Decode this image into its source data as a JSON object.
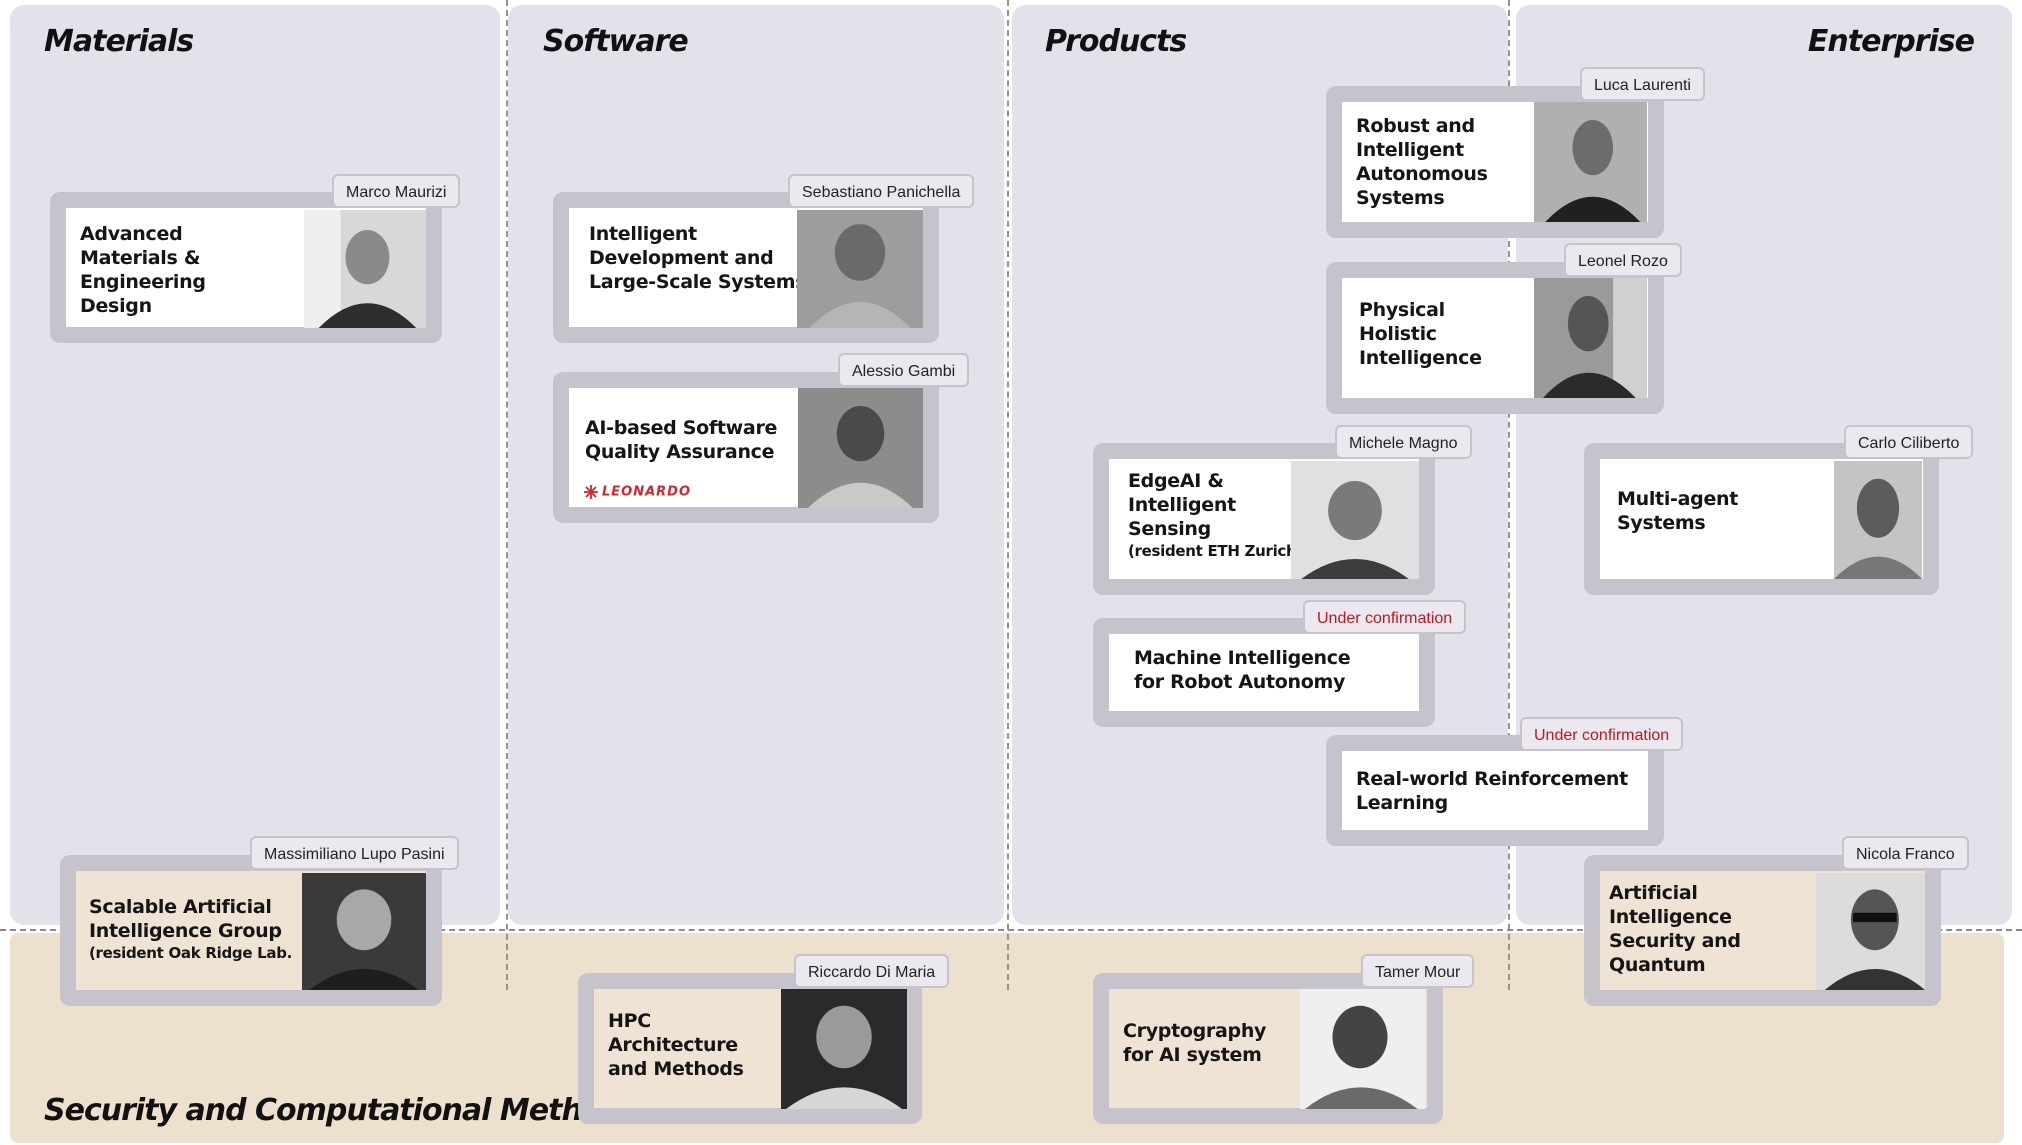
{
  "columns": {
    "materials": "Materials",
    "software": "Software",
    "products": "Products",
    "enterprise": "Enterprise",
    "security": "Security and Computational Methods"
  },
  "cards": {
    "advanced_materials": {
      "title": "Advanced\nMaterials &\nEngineering\nDesign",
      "person": "Marco Maurizi"
    },
    "intelligent_dev": {
      "title": "Intelligent\nDevelopment and\nLarge-Scale Systems",
      "person": "Sebastiano Panichella"
    },
    "ai_software_qa": {
      "title": "AI-based Software\nQuality Assurance",
      "person": "Alessio Gambi",
      "logo": "LEONARDO"
    },
    "robust_autonomous": {
      "title": "Robust and\nIntelligent\nAutonomous\nSystems",
      "person": "Luca Laurenti"
    },
    "physical_holistic": {
      "title": "Physical\nHolistic\nIntelligence",
      "person": "Leonel Rozo"
    },
    "edge_ai": {
      "title": "EdgeAI &\nIntelligent\nSensing",
      "subtitle": "(resident ETH Zurich)",
      "person": "Michele Magno"
    },
    "multi_agent": {
      "title": "Multi-agent\nSystems",
      "person": "Carlo Ciliberto"
    },
    "machine_intelligence": {
      "title": "Machine Intelligence\nfor Robot Autonomy",
      "person": "Under confirmation"
    },
    "real_world_rl": {
      "title": "Real-world Reinforcement\nLearning",
      "person": "Under confirmation"
    },
    "scalable_ai": {
      "title": "Scalable Artificial\nIntelligence Group",
      "subtitle": "(resident Oak Ridge Lab.",
      "person": "Massimiliano Lupo Pasini"
    },
    "ai_security_quantum": {
      "title": "Artificial\nIntelligence\nSecurity and\nQuantum",
      "person": "Nicola Franco"
    },
    "hpc": {
      "title": "HPC\nArchitecture\nand Methods",
      "person": "Riccardo Di Maria"
    },
    "cryptography": {
      "title": "Cryptography\nfor AI system",
      "person": "Tamer Mour"
    }
  },
  "colors": {
    "column_bg": "#e4e1ea",
    "security_bg": "#ede1cd",
    "card_frame": "#c7c3cc",
    "alert": "#c0161d",
    "logo_red": "#d8232a"
  }
}
